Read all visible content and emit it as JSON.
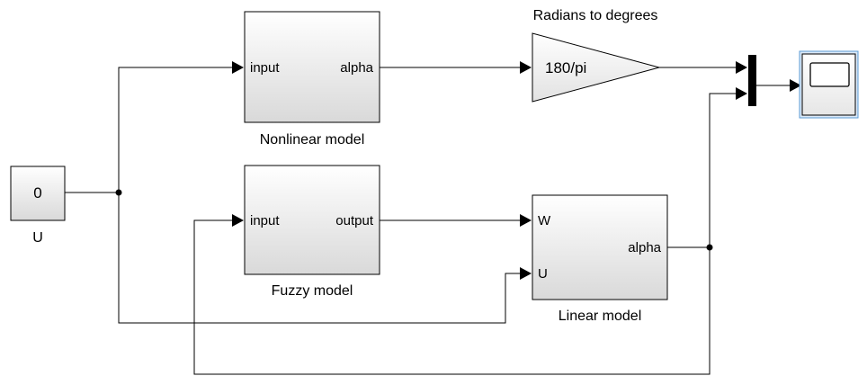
{
  "blocks": {
    "constant": {
      "value": "0",
      "name": "U"
    },
    "nonlinear": {
      "in_port": "input",
      "out_port": "alpha",
      "name": "Nonlinear model"
    },
    "fuzzy": {
      "in_port": "input",
      "out_port": "output",
      "name": "Fuzzy model"
    },
    "gain": {
      "value": "180/pi",
      "name": "Radians to degrees"
    },
    "linear": {
      "in_port_1": "W",
      "in_port_2": "U",
      "out_port": "alpha",
      "name": "Linear model"
    }
  },
  "colors": {
    "line": "#000000",
    "block_top": "#ffffff",
    "block_bottom": "#d9d9d9",
    "scope_border": "#5b9bd5"
  }
}
